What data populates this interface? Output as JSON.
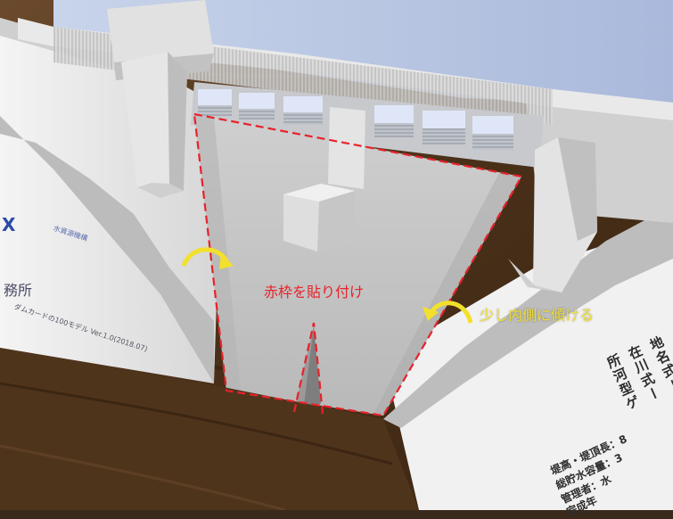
{
  "instructions": {
    "paste_red_frame": "赤枠を貼り付け",
    "tilt_inward": "少し内側に傾ける"
  },
  "left_card": {
    "logo_letter": "X",
    "name_fragment": "務所",
    "credit_line": "ダムカードの100モデル Ver.1.0(2018.07)",
    "org_line": "水資源機構"
  },
  "spec_panel": {
    "vertical_lines": [
      "所河型ゲ",
      "在川式ー",
      "地名式ト",
      "：：：："
    ],
    "bottom_lines": [
      "堤高・堤頂長：8",
      "総貯水容量：3",
      "管理者：水",
      "完成年"
    ]
  },
  "colors": {
    "outline": "#e8222a",
    "arrow": "#f2e02c",
    "wood": "#5a3c23",
    "paper": "#d9d9d9"
  },
  "icons": [
    "curved-arrow-icon",
    "curved-arrow-icon"
  ]
}
